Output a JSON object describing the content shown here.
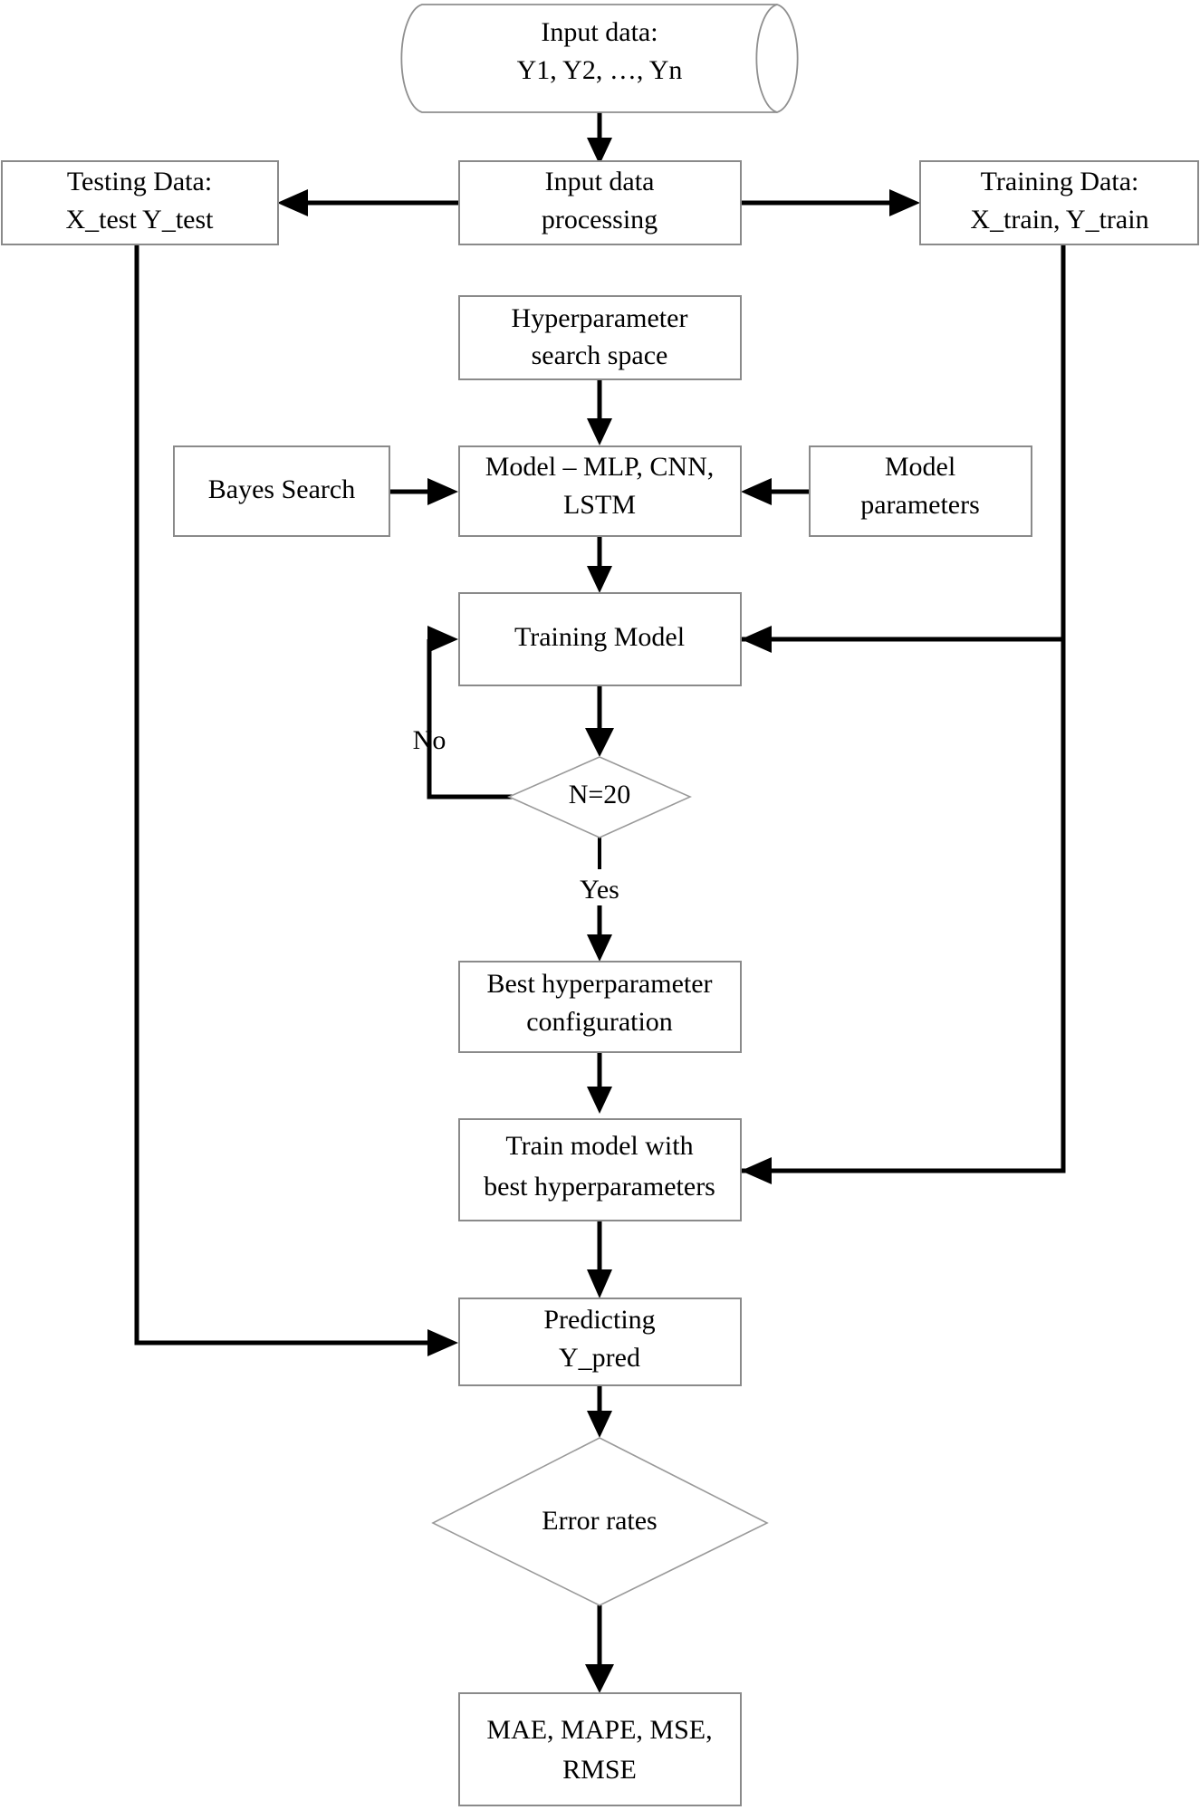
{
  "diagram": {
    "title": "Machine learning hyperparameter optimization flowchart",
    "colors": {
      "background": "#ffffff",
      "node_border": "#8a8a8a",
      "connector": "#000000",
      "text": "#000000"
    },
    "nodes": {
      "input_data": {
        "shape": "cylinder",
        "line1": "Input data:",
        "line2": "Y1, Y2, …, Yn"
      },
      "input_processing": {
        "shape": "rectangle",
        "line1": "Input data",
        "line2": "processing"
      },
      "testing_data": {
        "shape": "rectangle",
        "line1": "Testing Data:",
        "line2": "X_test Y_test"
      },
      "training_data": {
        "shape": "rectangle",
        "line1": "Training Data:",
        "line2": "X_train, Y_train"
      },
      "hyperparameter_search_space": {
        "shape": "rectangle",
        "line1": "Hyperparameter",
        "line2": "search space"
      },
      "bayes_search": {
        "shape": "rectangle",
        "line1": "Bayes Search",
        "line2": ""
      },
      "model": {
        "shape": "rectangle",
        "line1": "Model – MLP, CNN,",
        "line2": "LSTM"
      },
      "model_parameters": {
        "shape": "rectangle",
        "line1": "Model",
        "line2": "parameters"
      },
      "training_model": {
        "shape": "rectangle",
        "line1": "Training Model",
        "line2": ""
      },
      "decision_n": {
        "shape": "diamond",
        "line1": "N=20",
        "line2": ""
      },
      "best_hyperparameter": {
        "shape": "rectangle",
        "line1": "Best hyperparameter",
        "line2": "configuration"
      },
      "train_best": {
        "shape": "rectangle",
        "line1": "Train model with",
        "line2": "best hyperparameters"
      },
      "predicting": {
        "shape": "rectangle",
        "line1": "Predicting",
        "line2": "Y_pred"
      },
      "error_rates": {
        "shape": "diamond",
        "line1": "Error rates",
        "line2": ""
      },
      "metrics": {
        "shape": "rectangle",
        "line1": "MAE, MAPE, MSE,",
        "line2": "RMSE"
      }
    },
    "edge_labels": {
      "no": "No",
      "yes": "Yes"
    }
  }
}
